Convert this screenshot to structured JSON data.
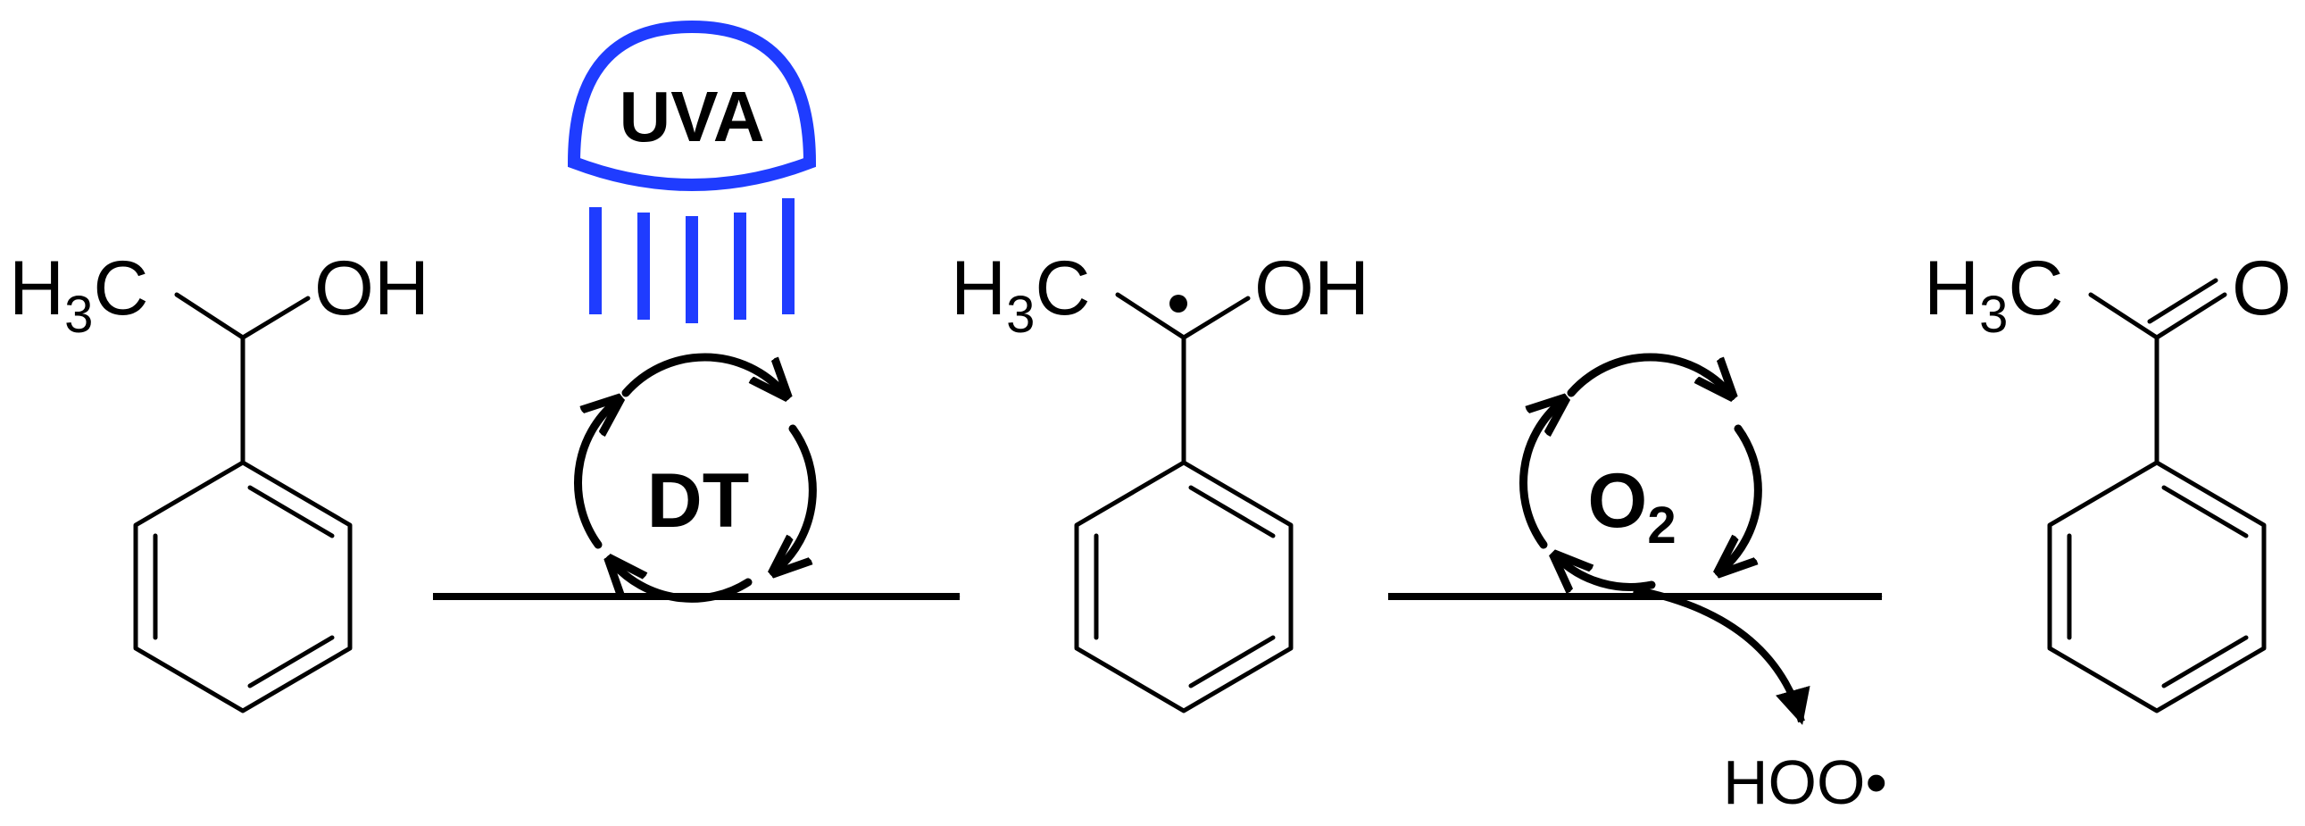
{
  "reactant": {
    "left_group": "H",
    "left_sub": "3",
    "left_tail": "C",
    "right_group": "OH"
  },
  "intermediate": {
    "left_group": "H",
    "left_sub": "3",
    "left_tail": "C",
    "right_group": "OH"
  },
  "product": {
    "left_group": "H",
    "left_sub": "3",
    "left_tail": "C",
    "right_group": "O"
  },
  "step1": {
    "lamp_label": "UVA",
    "catalyst_label": "DT"
  },
  "step2": {
    "reagent_main": "O",
    "reagent_sub": "2",
    "byproduct": "HOO•"
  },
  "colors": {
    "lamp": "#1f3cff",
    "uva_text": "#b5195a",
    "ink": "#000000"
  },
  "icons": {
    "lamp": "uva-lamp-icon",
    "cycle": "catalytic-cycle-icon",
    "arrow": "reaction-arrow-icon"
  }
}
